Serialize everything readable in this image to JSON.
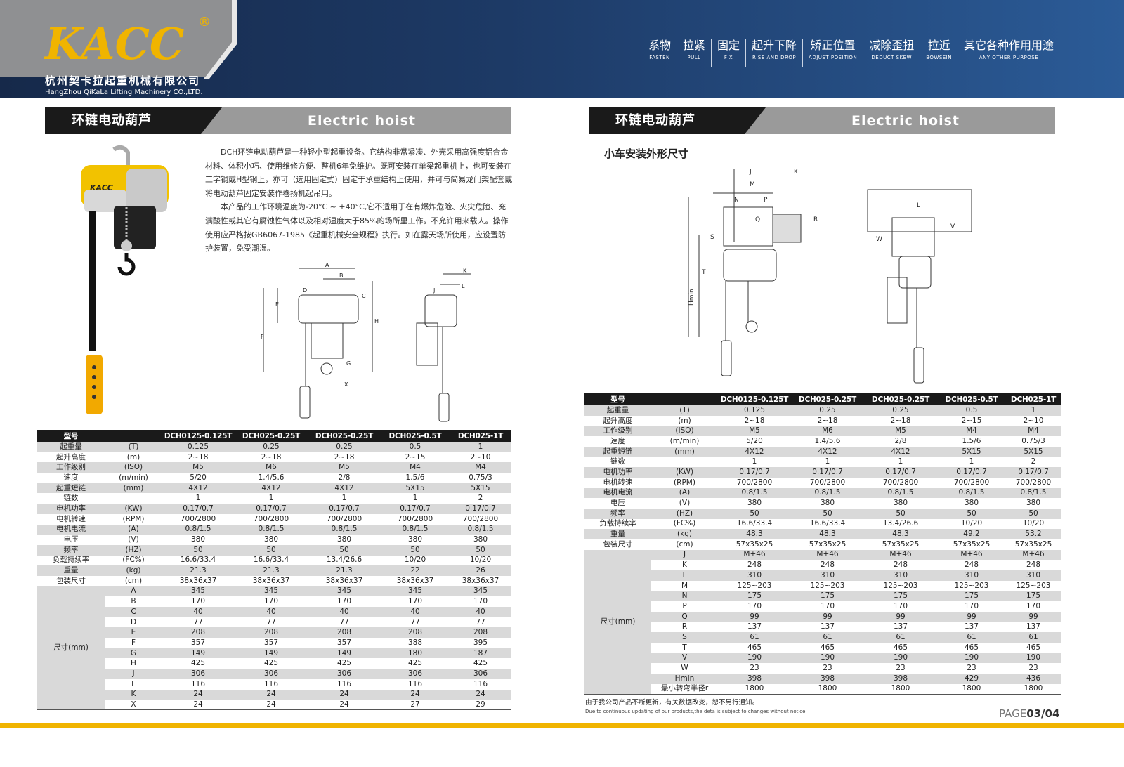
{
  "header": {
    "logo": "KACC",
    "reg": "®",
    "company_cn": "杭州契卡拉起重机械有限公司",
    "company_en": "HangZhou QiKaLa Lifting Machinery CO.,LTD.",
    "nav": [
      {
        "cn": "系物",
        "en": "FASTEN"
      },
      {
        "cn": "拉紧",
        "en": "PULL"
      },
      {
        "cn": "固定",
        "en": "FIX"
      },
      {
        "cn": "起升下降",
        "en": "RISE AND DROP"
      },
      {
        "cn": "矫正位置",
        "en": "ADJUST POSITION"
      },
      {
        "cn": "减除歪扭",
        "en": "DEDUCT SKEW"
      },
      {
        "cn": "拉近",
        "en": "BOWSEIN"
      },
      {
        "cn": "其它各种作用用途",
        "en": "ANY OTHER PURPOSE"
      }
    ]
  },
  "left": {
    "banner_cn": "环链电动葫芦",
    "banner_en": "Electric hoist",
    "product_label": "KACC",
    "desc": [
      "DCH环链电动葫芦是一种轻小型起重设备。它结构非常紧凑、外壳采用高强度铝合金材料、体积小巧、使用维修方便、整机6年免维护。既可安装在单梁起重机上，也可安装在工字钢或H型钢上，亦可（选用固定式）固定于承重结构上使用，并可与简易龙门架配套或将电动葫芦固定安装作卷扬机起吊用。",
      "本产品的工作环境温度为-20°C ~ +40°C,它不适用于在有爆炸危险、火灾危险、充满酸性或其它有腐蚀性气体以及相对湿度大于85%的场所里工作。不允许用来载人。操作使用应严格按GB6067-1985《起重机械安全规程》执行。如在露天场所使用，应设置防护装置，免受潮湿。"
    ],
    "diagram_labels": [
      "A",
      "B",
      "C",
      "D",
      "E",
      "F",
      "G",
      "H",
      "X",
      "K",
      "J",
      "L"
    ],
    "table": {
      "header": [
        "型号",
        "",
        "DCH0125-0.125T",
        "DCH025-0.25T",
        "DCH025-0.25T",
        "DCH025-0.5T",
        "DCH025-1T"
      ],
      "rows": [
        [
          "起重量",
          "(T)",
          "0.125",
          "0.25",
          "0.25",
          "0.5",
          "1"
        ],
        [
          "起升高度",
          "(m)",
          "2~18",
          "2~18",
          "2~18",
          "2~15",
          "2~10"
        ],
        [
          "工作级别",
          "(ISO)",
          "M5",
          "M6",
          "M5",
          "M4",
          "M4"
        ],
        [
          "速度",
          "(m/min)",
          "5/20",
          "1.4/5.6",
          "2/8",
          "1.5/6",
          "0.75/3"
        ],
        [
          "起重短链",
          "(mm)",
          "4X12",
          "4X12",
          "4X12",
          "5X15",
          "5X15"
        ],
        [
          "链数",
          "",
          "1",
          "1",
          "1",
          "1",
          "2"
        ],
        [
          "电机功率",
          "(KW)",
          "0.17/0.7",
          "0.17/0.7",
          "0.17/0.7",
          "0.17/0.7",
          "0.17/0.7"
        ],
        [
          "电机转速",
          "(RPM)",
          "700/2800",
          "700/2800",
          "700/2800",
          "700/2800",
          "700/2800"
        ],
        [
          "电机电流",
          "(A)",
          "0.8/1.5",
          "0.8/1.5",
          "0.8/1.5",
          "0.8/1.5",
          "0.8/1.5"
        ],
        [
          "电压",
          "(V)",
          "380",
          "380",
          "380",
          "380",
          "380"
        ],
        [
          "频率",
          "(HZ)",
          "50",
          "50",
          "50",
          "50",
          "50"
        ],
        [
          "负载持续率",
          "(FC%)",
          "16.6/33.4",
          "16.6/33.4",
          "13.4/26.6",
          "10/20",
          "10/20"
        ],
        [
          "重量",
          "(kg)",
          "21.3",
          "21.3",
          "21.3",
          "22",
          "26"
        ],
        [
          "包装尺寸",
          "(cm)",
          "38x36x37",
          "38x36x37",
          "38x36x37",
          "38x36x37",
          "38x36x37"
        ]
      ],
      "dim_label": "尺寸(mm)",
      "dims": [
        [
          "A",
          "345",
          "345",
          "345",
          "345",
          "345"
        ],
        [
          "B",
          "170",
          "170",
          "170",
          "170",
          "170"
        ],
        [
          "C",
          "40",
          "40",
          "40",
          "40",
          "40"
        ],
        [
          "D",
          "77",
          "77",
          "77",
          "77",
          "77"
        ],
        [
          "E",
          "208",
          "208",
          "208",
          "208",
          "208"
        ],
        [
          "F",
          "357",
          "357",
          "357",
          "388",
          "395"
        ],
        [
          "G",
          "149",
          "149",
          "149",
          "180",
          "187"
        ],
        [
          "H",
          "425",
          "425",
          "425",
          "425",
          "425"
        ],
        [
          "J",
          "306",
          "306",
          "306",
          "306",
          "306"
        ],
        [
          "L",
          "116",
          "116",
          "116",
          "116",
          "116"
        ],
        [
          "K",
          "24",
          "24",
          "24",
          "24",
          "24"
        ],
        [
          "X",
          "24",
          "24",
          "24",
          "27",
          "29"
        ]
      ]
    }
  },
  "right": {
    "banner_cn": "环链电动葫芦",
    "banner_en": "Electric hoist",
    "subtitle": "小车安装外形尺寸",
    "diagram_labels": [
      "J",
      "K",
      "M",
      "N",
      "P",
      "Q",
      "R",
      "S",
      "T",
      "Hmin",
      "L",
      "V",
      "W"
    ],
    "table": {
      "header": [
        "型号",
        "",
        "DCH0125-0.125T",
        "DCH025-0.25T",
        "DCH025-0.25T",
        "DCH025-0.5T",
        "DCH025-1T"
      ],
      "rows": [
        [
          "起重量",
          "(T)",
          "0.125",
          "0.25",
          "0.25",
          "0.5",
          "1"
        ],
        [
          "起升高度",
          "(m)",
          "2~18",
          "2~18",
          "2~18",
          "2~15",
          "2~10"
        ],
        [
          "工作级别",
          "(ISO)",
          "M5",
          "M6",
          "M5",
          "M4",
          "M4"
        ],
        [
          "速度",
          "(m/min)",
          "5/20",
          "1.4/5.6",
          "2/8",
          "1.5/6",
          "0.75/3"
        ],
        [
          "起重短链",
          "(mm)",
          "4X12",
          "4X12",
          "4X12",
          "5X15",
          "5X15"
        ],
        [
          "链数",
          "",
          "1",
          "1",
          "1",
          "1",
          "2"
        ],
        [
          "电机功率",
          "(KW)",
          "0.17/0.7",
          "0.17/0.7",
          "0.17/0.7",
          "0.17/0.7",
          "0.17/0.7"
        ],
        [
          "电机转速",
          "(RPM)",
          "700/2800",
          "700/2800",
          "700/2800",
          "700/2800",
          "700/2800"
        ],
        [
          "电机电流",
          "(A)",
          "0.8/1.5",
          "0.8/1.5",
          "0.8/1.5",
          "0.8/1.5",
          "0.8/1.5"
        ],
        [
          "电压",
          "(V)",
          "380",
          "380",
          "380",
          "380",
          "380"
        ],
        [
          "频率",
          "(HZ)",
          "50",
          "50",
          "50",
          "50",
          "50"
        ],
        [
          "负载持续率",
          "(FC%)",
          "16.6/33.4",
          "16.6/33.4",
          "13.4/26.6",
          "10/20",
          "10/20"
        ],
        [
          "重量",
          "(kg)",
          "48.3",
          "48.3",
          "48.3",
          "49.2",
          "53.2"
        ],
        [
          "包装尺寸",
          "(cm)",
          "57x35x25",
          "57x35x25",
          "57x35x25",
          "57x35x25",
          "57x35x25"
        ]
      ],
      "dim_label": "尺寸(mm)",
      "dims": [
        [
          "J",
          "M+46",
          "M+46",
          "M+46",
          "M+46",
          "M+46"
        ],
        [
          "K",
          "248",
          "248",
          "248",
          "248",
          "248"
        ],
        [
          "L",
          "310",
          "310",
          "310",
          "310",
          "310"
        ],
        [
          "M",
          "125~203",
          "125~203",
          "125~203",
          "125~203",
          "125~203"
        ],
        [
          "N",
          "175",
          "175",
          "175",
          "175",
          "175"
        ],
        [
          "P",
          "170",
          "170",
          "170",
          "170",
          "170"
        ],
        [
          "Q",
          "99",
          "99",
          "99",
          "99",
          "99"
        ],
        [
          "R",
          "137",
          "137",
          "137",
          "137",
          "137"
        ],
        [
          "S",
          "61",
          "61",
          "61",
          "61",
          "61"
        ],
        [
          "T",
          "465",
          "465",
          "465",
          "465",
          "465"
        ],
        [
          "V",
          "190",
          "190",
          "190",
          "190",
          "190"
        ],
        [
          "W",
          "23",
          "23",
          "23",
          "23",
          "23"
        ],
        [
          "Hmin",
          "398",
          "398",
          "398",
          "429",
          "436"
        ],
        [
          "最小转弯半径r",
          "1800",
          "1800",
          "1800",
          "1800",
          "1800"
        ]
      ]
    },
    "footnote_cn": "由于我公司产品不断更新，有关数据改变，恕不另行通知。",
    "footnote_en": "Due to continuous updating of our products,the deta is subject to changes without notice.",
    "page_prefix": "PAGE",
    "page_num": "03/04"
  },
  "colors": {
    "accent": "#f0b400",
    "header_blue": "#1d3a66",
    "banner_dark": "#1a1a1a",
    "banner_gray": "#9a9a9a"
  }
}
